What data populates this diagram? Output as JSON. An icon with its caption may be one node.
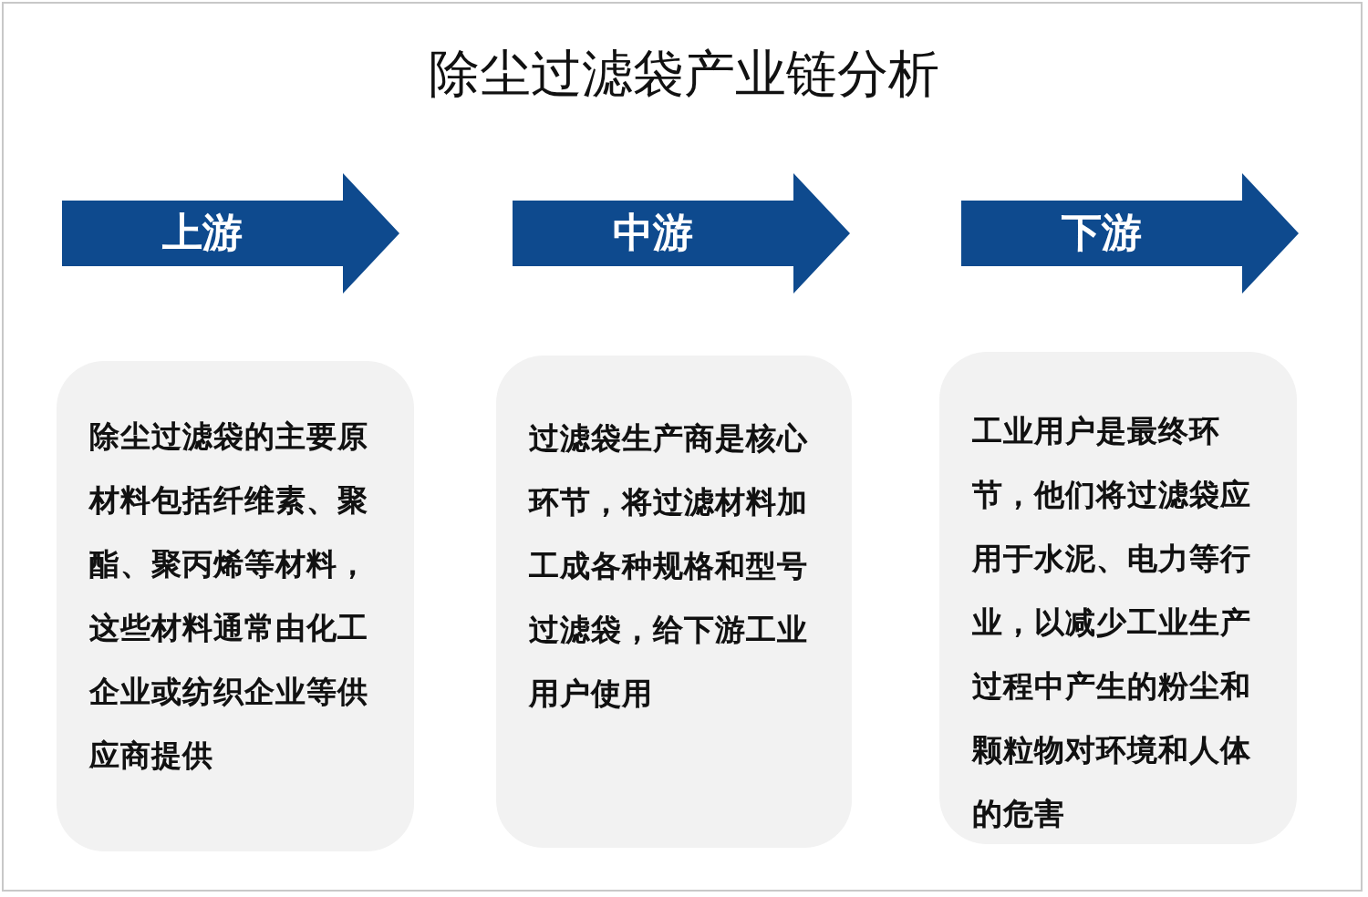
{
  "diagram": {
    "title": "除尘过滤袋产业链分析",
    "nodes": [
      {
        "text": [
          "上游"
        ]
      },
      {
        "text": [
          "中游"
        ]
      },
      {
        "text": [
          "下游"
        ]
      },
      {
        "text": [
          "除尘过滤袋的主要原材料包括纤维素、聚酯、聚丙烯等材料，这些材料通常由化工企业或纺织企业等供应商提供"
        ]
      },
      {
        "text": [
          "过滤袋生产商是核心环节，将过滤材料加工成各种规格和型号过滤袋，给下游工业用户使用"
        ]
      },
      {
        "text": [
          "工业用户是最终环节，他们将过滤袋应用于水泥、电力等行业，以减少工业生产过程中产生的粉尘和颗粒物对环境和人体的危害"
        ]
      }
    ]
  }
}
